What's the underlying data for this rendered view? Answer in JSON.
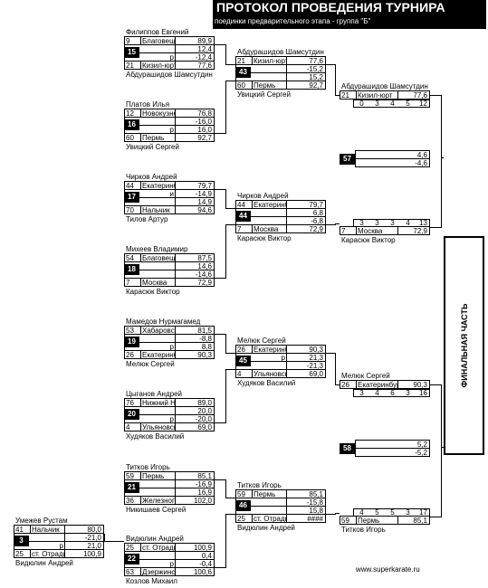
{
  "header": {
    "title": "ПРОТОКОЛ ПРОВЕДЕНИЯ ТУРНИРА",
    "subtitle": "поединки предварительного этапа - группа \"Б\""
  },
  "final_label": "ФИНАЛЬНАЯ ЧАСТЬ",
  "website": "www.superkarate.ru",
  "fights": [
    {
      "id": "15",
      "top_name": "Филиппов Евгений",
      "bottom_name": "Абдурашидов Шамсутдин",
      "a": {
        "num": "9",
        "city": "Благовещен",
        "weight": "89,9"
      },
      "s1": {
        "mark": "",
        "val": "12,4"
      },
      "s2": {
        "mark": "р",
        "val": "-12,4"
      },
      "b": {
        "num": "21",
        "city": "Кизил-юрт",
        "weight": "77,6"
      }
    },
    {
      "id": "16",
      "top_name": "Платов Илья",
      "bottom_name": "Увицкий Сергей",
      "a": {
        "num": "12",
        "city": "Новокузнец",
        "weight": "76,8"
      },
      "s1": {
        "mark": "",
        "val": "-16,0"
      },
      "s2": {
        "mark": "р",
        "val": "16,0"
      },
      "b": {
        "num": "60",
        "city": "Пермь",
        "weight": "92,7"
      }
    },
    {
      "id": "17",
      "top_name": "Чирков Андрей",
      "bottom_name": "Тилов Артур",
      "a": {
        "num": "44",
        "city": "Екатеринбур",
        "weight": "79,7"
      },
      "s1": {
        "mark": "и",
        "val": "-14,9"
      },
      "s2": {
        "mark": "",
        "val": "14,9"
      },
      "b": {
        "num": "70",
        "city": "Нальчик",
        "weight": "94,6"
      }
    },
    {
      "id": "18",
      "top_name": "Михеев Владимир",
      "bottom_name": "Карасюк Виктор",
      "a": {
        "num": "54",
        "city": "Благовещен",
        "weight": "87,5"
      },
      "s1": {
        "mark": "",
        "val": "14,6"
      },
      "s2": {
        "mark": "",
        "val": "-14,6"
      },
      "b": {
        "num": "7",
        "city": "Москва",
        "weight": "72,9"
      }
    },
    {
      "id": "19",
      "top_name": "Мамедов Нурмагамед",
      "bottom_name": "Мелюк Сергей",
      "a": {
        "num": "53",
        "city": "Хабаровск",
        "weight": "81,5"
      },
      "s1": {
        "mark": "",
        "val": "-8,8"
      },
      "s2": {
        "mark": "р",
        "val": "8,8"
      },
      "b": {
        "num": "26",
        "city": "Екатеринбур",
        "weight": "90,3"
      }
    },
    {
      "id": "20",
      "top_name": "Цыганов Андрей",
      "bottom_name": "Худяков Василий",
      "a": {
        "num": "76",
        "city": "Нижний Нов",
        "weight": "89,0"
      },
      "s1": {
        "mark": "",
        "val": "20,0"
      },
      "s2": {
        "mark": "р",
        "val": "-20,0"
      },
      "b": {
        "num": "4",
        "city": "Ульяновск",
        "weight": "69,0"
      }
    },
    {
      "id": "21",
      "top_name": "Титков Игорь",
      "bottom_name": "Никишаев Сергей",
      "a": {
        "num": "59",
        "city": "Пермь",
        "weight": "85,1"
      },
      "s1": {
        "mark": "",
        "val": "-16,9"
      },
      "s2": {
        "mark": "",
        "val": "16,9"
      },
      "b": {
        "num": "36",
        "city": "Железногорс",
        "weight": "102,0"
      }
    },
    {
      "id": "3",
      "top_name": "Умежев Рустам",
      "bottom_name": "Видюлин Андрей",
      "a": {
        "num": "41",
        "city": "Нальчик",
        "weight": "80,0"
      },
      "s1": {
        "mark": "",
        "val": "-21,0"
      },
      "s2": {
        "mark": "р",
        "val": "21,0"
      },
      "b": {
        "num": "25",
        "city": "ст. Отрадное",
        "weight": "100,9"
      }
    },
    {
      "id": "22",
      "top_name": "Видюлин Андрей",
      "bottom_name": "Козлов Михаил",
      "a": {
        "num": "25",
        "city": "ст. Отрадное",
        "weight": "100,9"
      },
      "s1": {
        "mark": "",
        "val": "0,4"
      },
      "s2": {
        "mark": "р",
        "val": "-0,4"
      },
      "b": {
        "num": "63",
        "city": "Дзержинск",
        "weight": "100,6"
      }
    }
  ],
  "round2": [
    {
      "id": "43",
      "top_name": "Абдурашидов Шамсутдин",
      "bottom_name": "Увицкий Сергей",
      "a": {
        "num": "21",
        "city": "Кизил-юрт",
        "weight": "77,6"
      },
      "s1": {
        "mark": "",
        "val": "-15,2"
      },
      "s2": {
        "mark": "",
        "val": "15,2"
      },
      "b": {
        "num": "60",
        "city": "Пермь",
        "weight": "92,7"
      }
    },
    {
      "id": "44",
      "top_name": "Чирков Андрей",
      "bottom_name": "Карасюк Виктор",
      "a": {
        "num": "44",
        "city": "Екатеринбур",
        "weight": "79,7"
      },
      "s1": {
        "mark": "",
        "val": "6,8"
      },
      "s2": {
        "mark": "",
        "val": "-6,8"
      },
      "b": {
        "num": "7",
        "city": "Москва",
        "weight": "72,9"
      }
    },
    {
      "id": "45",
      "top_name": "Мелюк Сергей",
      "bottom_name": "Худяков Василий",
      "a": {
        "num": "26",
        "city": "Екатеринбур",
        "weight": "90,3"
      },
      "s1": {
        "mark": "р",
        "val": "21,3"
      },
      "s2": {
        "mark": "",
        "val": "-21,3"
      },
      "b": {
        "num": "4",
        "city": "Ульяновск",
        "weight": "69,0"
      }
    },
    {
      "id": "46",
      "top_name": "Титков Игорь",
      "bottom_name": "Видюлин Андрей",
      "a": {
        "num": "59",
        "city": "Пермь",
        "weight": "85,1"
      },
      "s1": {
        "mark": "",
        "val": "-15,8"
      },
      "s2": {
        "mark": "",
        "val": "15,8"
      },
      "b": {
        "num": "25",
        "city": "ст. Отрадное",
        "weight": "####"
      }
    }
  ],
  "round3": [
    {
      "id": "57",
      "top_name": "Абдурашидов Шамсутдин",
      "bottom_name": "Карасюк Виктор",
      "a": {
        "num": "21",
        "city": "Кизил-юрт",
        "weight": "77,6",
        "rounds": [
          "0",
          "3",
          "4",
          "5",
          "12"
        ]
      },
      "s1": {
        "val": "4,6"
      },
      "s2": {
        "val": "-4,6"
      },
      "b": {
        "num": "7",
        "city": "Москва",
        "weight": "72,9",
        "rounds": [
          "3",
          "3",
          "3",
          "4",
          "13"
        ]
      }
    },
    {
      "id": "58",
      "top_name": "Мелюк Сергей",
      "bottom_name": "Титков Игорь",
      "a": {
        "num": "26",
        "city": "Екатеринбур",
        "weight": "90,3",
        "rounds": [
          "3",
          "4",
          "6",
          "3",
          "16"
        ]
      },
      "s1": {
        "val": "5,2"
      },
      "s2": {
        "val": "-5,2"
      },
      "b": {
        "num": "59",
        "city": "Пермь",
        "weight": "85,1",
        "rounds": [
          "4",
          "5",
          "5",
          "3",
          "17"
        ]
      }
    }
  ]
}
